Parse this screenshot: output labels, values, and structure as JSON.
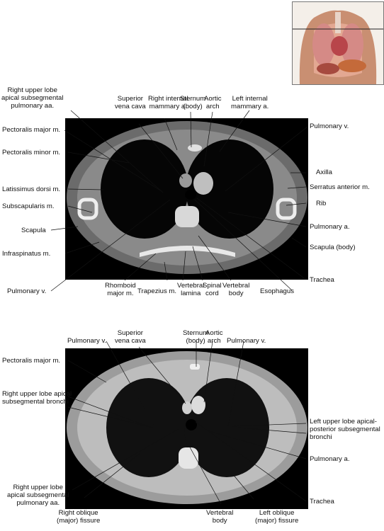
{
  "figure_1": {
    "labels": {
      "rul_apical_pulmonary_aa": "Right upper lobe\napical subsegmental\npulmonary aa.",
      "superior_vena_cava": "Superior\nvena cava",
      "right_internal_mammary": "Right internal\nmammary a.",
      "sternum_body": "Sternum\n(body)",
      "aortic_arch": "Aortic\narch",
      "left_internal_mammary": "Left internal\nmammary a.",
      "pectoralis_major": "Pectoralis major m.",
      "pectoralis_minor": "Pectoralis minor m.",
      "latissimus_dorsi": "Latissimus dorsi m.",
      "subscapularis": "Subscapularis m.",
      "scapula": "Scapula",
      "infraspinatus": "Infraspinatus m.",
      "pulmonary_v_left": "Pulmonary v.",
      "rhomboid_major": "Rhomboid\nmajor m.",
      "trapezius": "Trapezius m.",
      "vertebral_lamina": "Vertebral\nlamina",
      "spinal_cord": "Spinal\ncord",
      "vertebral_body": "Vertebral\nbody",
      "esophagus": "Esophagus",
      "pulmonary_v_right": "Pulmonary v.",
      "axilla": "Axilla",
      "serratus_anterior": "Serratus anterior m.",
      "rib": "Rib",
      "pulmonary_a": "Pulmonary a.",
      "scapula_body": "Scapula (body)",
      "trachea": "Trachea"
    }
  },
  "figure_2": {
    "labels": {
      "superior_vena_cava": "Superior\nvena cava",
      "pulmonary_v_left": "Pulmonary v.",
      "sternum_body": "Sternum\n(body)",
      "aortic_arch": "Aortic\narch",
      "pulmonary_v_right": "Pulmonary v.",
      "pectoralis_major": "Pectoralis major m.",
      "rul_apical_bronchi": "Right upper lobe apical\nsubsegmental bronchi",
      "lul_apical_posterior_bronchi": "Left upper lobe apical-\nposterior subsegmental\nbronchi",
      "pulmonary_a": "Pulmonary a.",
      "trachea": "Trachea",
      "rul_apical_pulmonary_aa": "Right upper lobe\napical subsegmental\npulmonary aa.",
      "right_oblique_fissure": "Right oblique\n(major) fissure",
      "vertebral_body": "Vertebral\nbody",
      "left_oblique_fissure": "Left oblique\n(major) fissure"
    }
  }
}
